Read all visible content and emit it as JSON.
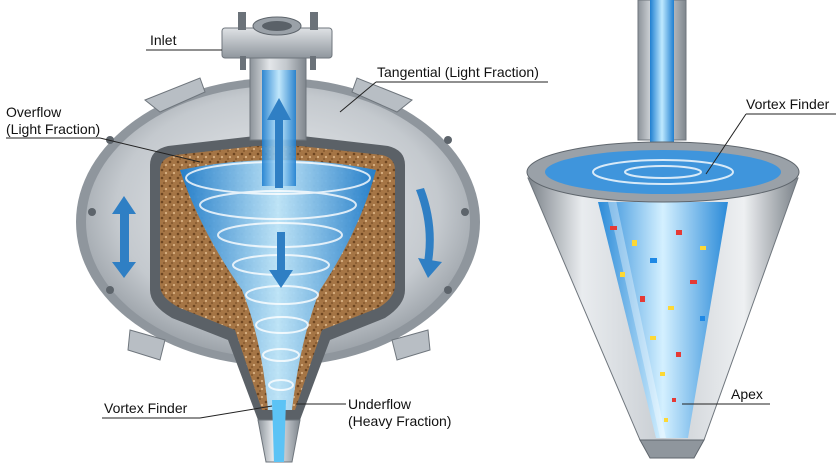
{
  "labels": {
    "inlet": "Inlet",
    "tangential": "Tangential (Light Fraction)",
    "overflow_line1": "Overflow",
    "overflow_line2": "(Light Fraction)",
    "vortex_finder_left": "Vortex Finder",
    "underflow_line1": "Underflow",
    "underflow_line2": "(Heavy Fraction)",
    "vortex_finder_right": "Vortex Finder",
    "apex": "Apex"
  },
  "colors": {
    "steel": "#b9bec4",
    "steel_dark": "#7d848c",
    "water": "#3aa6e8",
    "water_light": "#bfe6fb",
    "sediment": "#9b6a3c",
    "arrow": "#2f7fc4"
  },
  "icons": [
    "flow-arrow-up-icon",
    "flow-arrow-down-icon",
    "circulation-arrow-icon",
    "bolt-icon"
  ]
}
